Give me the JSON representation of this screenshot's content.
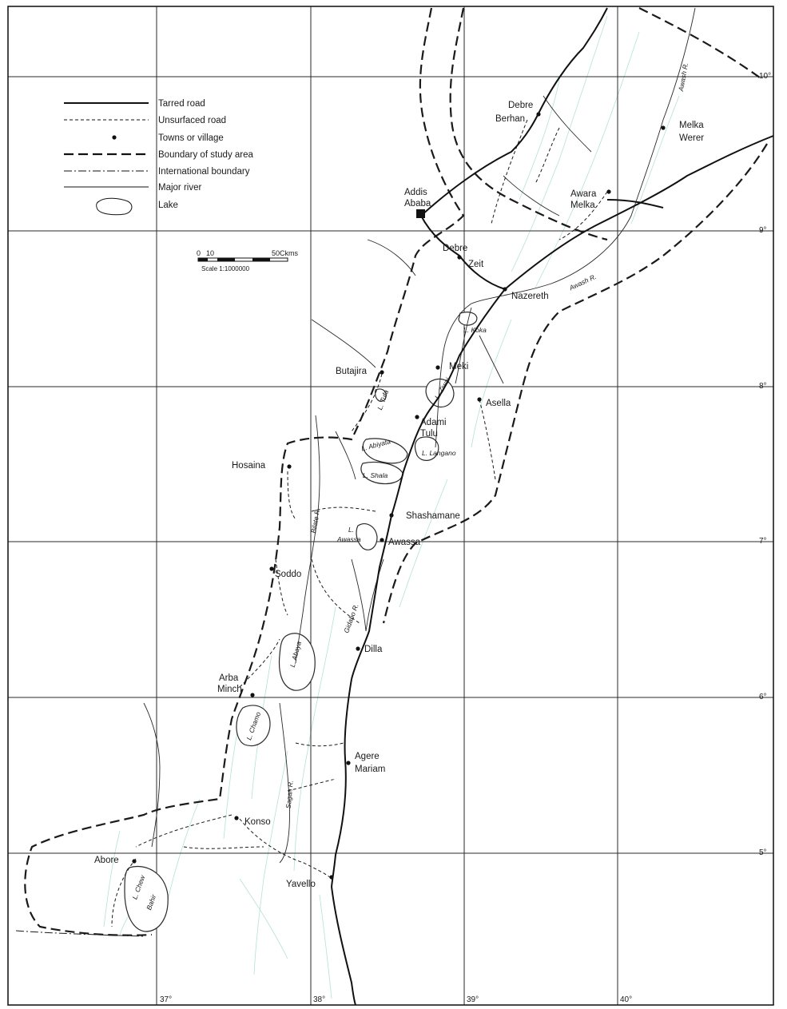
{
  "legend": {
    "items": [
      {
        "key": "tarred",
        "label": "Tarred road"
      },
      {
        "key": "unsurfaced",
        "label": "Unsurfaced road"
      },
      {
        "key": "town",
        "label": "Towns or village"
      },
      {
        "key": "boundary",
        "label": "Boundary of study area"
      },
      {
        "key": "intl",
        "label": "International boundary"
      },
      {
        "key": "river",
        "label": "Major river"
      },
      {
        "key": "lake",
        "label": "Lake"
      }
    ]
  },
  "scale_bar": {
    "tick_start": "0",
    "tick_mid": "10",
    "tick_end": "50Ckms",
    "caption": "Scale 1:1000000"
  },
  "coordinates": {
    "lat_10": "10°",
    "lat_9": "9°",
    "lat_8": "8°",
    "lat_7": "7°",
    "lat_6": "6°",
    "lat_5": "5°",
    "lon_37": "37°",
    "lon_38": "38°",
    "lon_39": "39°",
    "lon_40": "40°"
  },
  "towns": {
    "debre_berhan": [
      "Debre",
      "Berhan"
    ],
    "melka_werer": [
      "Melka",
      "Werer"
    ],
    "addis_ababa": [
      "Addis",
      "Ababa"
    ],
    "awara_melka": [
      "Awara",
      "Melka"
    ],
    "debre_zeit": [
      "Debre",
      "Zeit"
    ],
    "nazereth": "Nazereth",
    "butajira": "Butajira",
    "meki": "Meki",
    "asella": "Asella",
    "adami_tulu": [
      "Adami",
      "Tulu"
    ],
    "hosaina": "Hosaina",
    "shashamane": "Shashamane",
    "awassa": "Awassa",
    "soddo": "Soddo",
    "dilla": "Dilla",
    "arba_minch": [
      "Arba",
      "Minch"
    ],
    "agere_mariam": [
      "Agere",
      "Mariam"
    ],
    "konso": "Konso",
    "abore": "Abore",
    "yavello": "Yavello"
  },
  "lakes": {
    "koka": "L. Koka",
    "ziway": "L. Ziwai",
    "langano": "L. Langano",
    "abiyata": "L. Abiyata",
    "shala": "L. Shala",
    "awassa": [
      "L.",
      "Awassa"
    ],
    "abaya": "L. Abaya",
    "chamo": "L. Chamo",
    "chew_bahir": [
      "L. Chew",
      "Bahir"
    ],
    "tufa": "L. Tufa"
  },
  "rivers": {
    "awash_north": "Awash R.",
    "awash_south": "Awash R.",
    "bilate": "Bilate R.",
    "gidabo": "Gidabo R.",
    "sagan": "Sagan R."
  }
}
